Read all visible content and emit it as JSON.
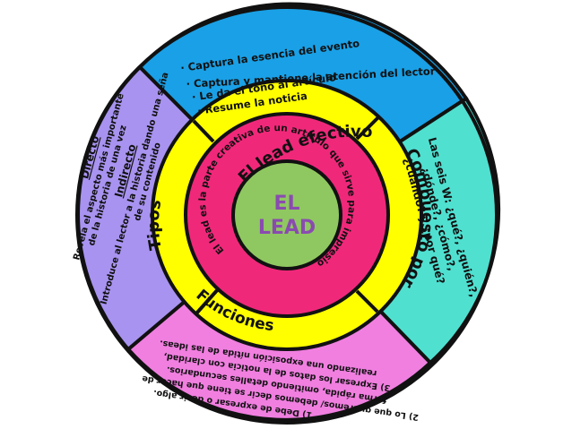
{
  "colors": {
    "top": "#1aa0e6",
    "right": "#4fe0d0",
    "bottom": "#f07fe0",
    "left": "#a893f0",
    "yellow": "#ffff00",
    "magenta": "#f0287a",
    "green": "#8fc860",
    "center_text": "#8a4bb0",
    "outline": "#111111"
  },
  "center": {
    "line1": "EL",
    "line2": "LEAD"
  },
  "definition": "El lead es la parte creativa de un artículo que sirve para impresionar o sorprender al lector.",
  "ring_labels": {
    "top": "El lead efectivo",
    "right": "Compuesto por",
    "bottom": "Funciones",
    "left": "Tipos"
  },
  "top_segment": {
    "lines": [
      "· Captura la esencia del evento",
      "· Captura y mantiene la atención del lector",
      "· Le da el tono al artículo",
      "· Resume la noticia"
    ]
  },
  "right_segment": {
    "lines": [
      "Las seis W: ¿qué?, ¿quién?,",
      "¿dónde?, ¿cómo?,",
      "¿cuándo? y ¿por qué?"
    ]
  },
  "left_segment": {
    "directo_title": "Directo",
    "directo_lines": [
      "Revela el aspecto más importante",
      "de la historia de una vez"
    ],
    "indirecto_title": "Indirecto",
    "indirecto_lines": [
      "Introduce al lector a la historia dando una seña",
      "de su contenido"
    ]
  },
  "bottom_segment": {
    "lines": [
      "1) Debe de expresar o decir algo.",
      "2) Lo que queremos/ debemos decir se tiene que hacer de",
      "forma rápida, omitiendo detalles secundarios.",
      "3) Expresar los datos de la noticia con claridad,",
      "realizando una exposición nítida de las ideas."
    ]
  }
}
